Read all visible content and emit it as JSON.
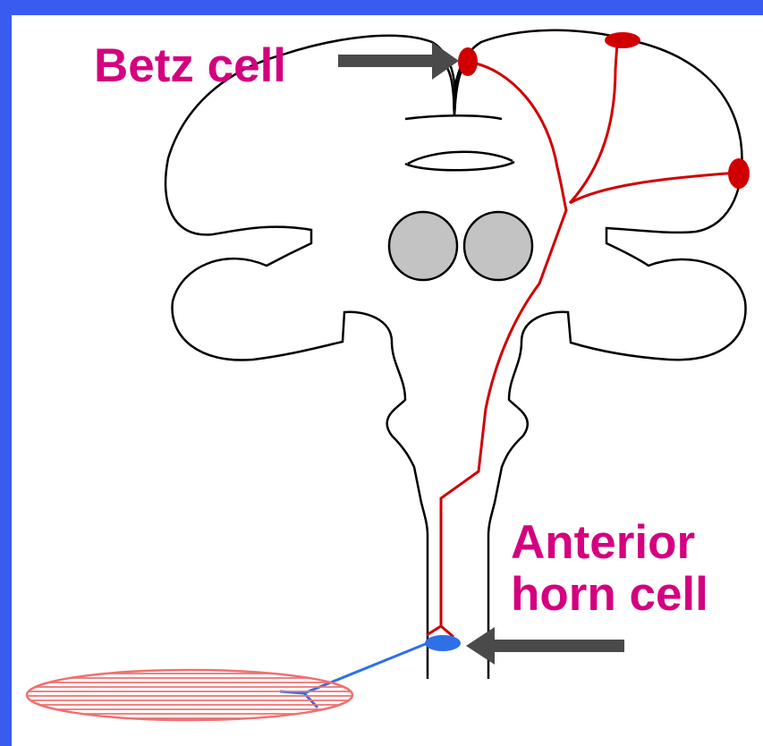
{
  "labels": {
    "betz_cell": "Betz cell",
    "anterior_horn_cell_line1": "Anterior",
    "anterior_horn_cell_line2": "horn cell"
  },
  "colors": {
    "background_frame": "#3a5bf0",
    "label_text": "#d4007f",
    "corticospinal_tract": "#d10000",
    "lower_motor_neuron": "#2f6fe8",
    "arrow": "#4a4a4a",
    "thalamus": "#c3c3c3",
    "muscle": "#f07070"
  }
}
